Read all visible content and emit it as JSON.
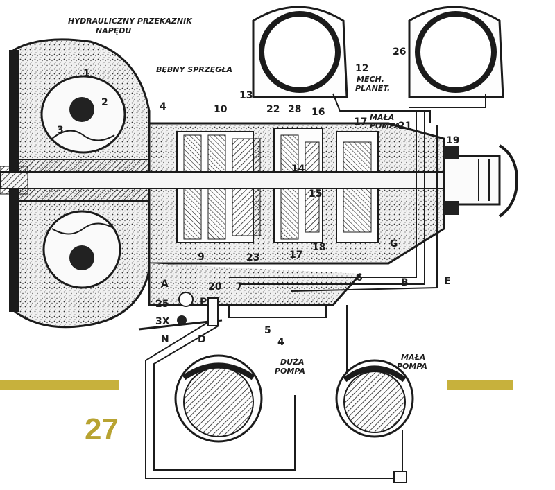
{
  "page_number": "27",
  "accent_color": "#c7b13c",
  "ink_color": "#1b1b1b",
  "labels": {
    "converter_title_line1": "HYDRAULICZNY PRZEKAZNIK",
    "converter_title_line2": "NAPĘDU",
    "clutch_drums": "BĘBNY SPRZĘGŁA",
    "mech_planet_line1": "MECH.",
    "mech_planet_line2": "PLANET.",
    "small_pump_top_line1": "MAŁA",
    "small_pump_top_line2": "POMPA",
    "big_pump_line1": "DUŻA",
    "big_pump_line2": "POMPA",
    "small_pump_line1": "MAŁA",
    "small_pump_line2": "POMPA",
    "n1": "1",
    "n2": "2",
    "n3": "3",
    "n4": "4",
    "n5": "5",
    "n6": "6",
    "n7": "7",
    "n9": "9",
    "n10": "10",
    "n12": "12",
    "n13": "13",
    "n14": "14",
    "n15": "15",
    "n16": "16",
    "n17": "17",
    "n17b": "17",
    "n18": "18",
    "n19": "19",
    "n20": "20",
    "n21": "21",
    "n22": "22",
    "n23": "23",
    "n25": "25",
    "n26": "26",
    "n28": "28",
    "n4b": "4",
    "lA": "A",
    "lB": "B",
    "lD": "D",
    "lE": "E",
    "lG": "G",
    "lN": "N",
    "lP": "P",
    "l3X": "3X"
  }
}
